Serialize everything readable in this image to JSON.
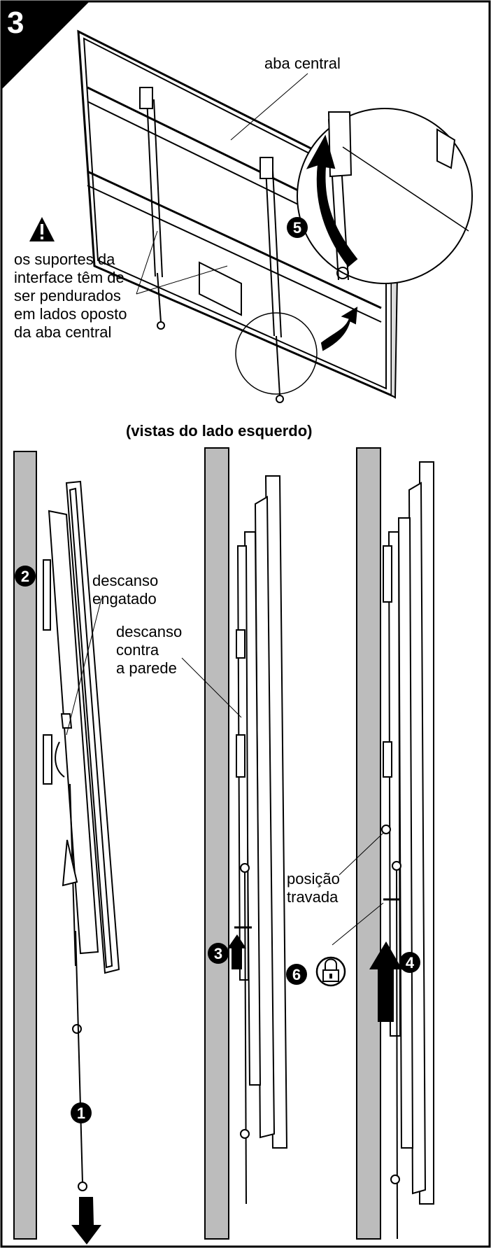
{
  "step_number": "3",
  "labels": {
    "center_tab": "aba central",
    "warning_lines": [
      "os suportes da",
      "interface têm de",
      "ser pendurados",
      "em lados oposto",
      "da aba central"
    ],
    "views_caption": "(vistas do lado esquerdo)",
    "rest_engaged": [
      "descanso",
      "engatado"
    ],
    "rest_against_wall": [
      "descanso",
      "contra",
      "a parede"
    ],
    "locked_position": [
      "posição",
      "travada"
    ]
  },
  "callouts": {
    "one": "1",
    "two": "2",
    "three": "3",
    "four": "4",
    "five": "5",
    "six": "6"
  },
  "icons": [
    "warning-icon",
    "padlock-icon",
    "arrow-up-icon",
    "arrow-down-icon",
    "curved-arrow-icon"
  ]
}
